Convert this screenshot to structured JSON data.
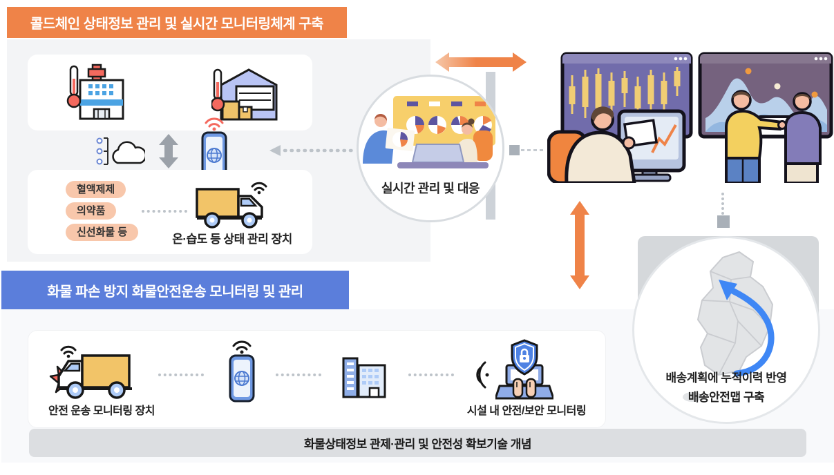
{
  "coldchain": {
    "banner": "콜드체인 상태정보 관리 및 실시간 모니터링체계 구축",
    "cargo_tags": [
      "혈액제제",
      "의약품",
      "신선화물 등"
    ],
    "device_caption": "온·습도 등 상태 관리 장치"
  },
  "realtime_circle": {
    "caption": "실시간 관리 및 대응"
  },
  "safety": {
    "banner": "화물 파손 방지 화물안전운송 모니터링 및 관리",
    "truck_caption": "안전 운송 모니터링 장치",
    "facility_caption": "시설 내 안전/보안 모니터링"
  },
  "delivery_map_circle": {
    "caption_line1": "배송계획에 누적이력 반영",
    "caption_line2": "배송안전맵 구축"
  },
  "footer": {
    "caption": "화물상태정보 관제·관리 및 안전성 확보기술 개념"
  },
  "icons": {
    "hospital": "hospital-thermometer-icon",
    "warehouse": "warehouse-thermometer-icon",
    "cloud": "cloud-data-icon",
    "sync": "up-down-sync-arrow-icon",
    "smartphone": "smartphone-globe-wifi-icon",
    "coldchain_truck": "coldchain-truck-wifi-icon",
    "impact_truck": "impact-truck-wifi-icon",
    "buildings": "buildings-icon",
    "secure_laptop": "shield-lock-laptop-icon",
    "sound_waves": "sound-waves-icon",
    "korea_map": "korea-route-map-icon"
  },
  "colors": {
    "banner_orange": "#EF8348",
    "banner_blue": "#5B7EDB",
    "section_bg": "#F3F4F6",
    "tag_bg": "#F8C7AB",
    "cargo_yellow": "#F2C468",
    "connector_gray": "#A9B0B8",
    "footer_bar_bg": "#DCDEE1",
    "map_route_blue": "#3F87F5"
  }
}
